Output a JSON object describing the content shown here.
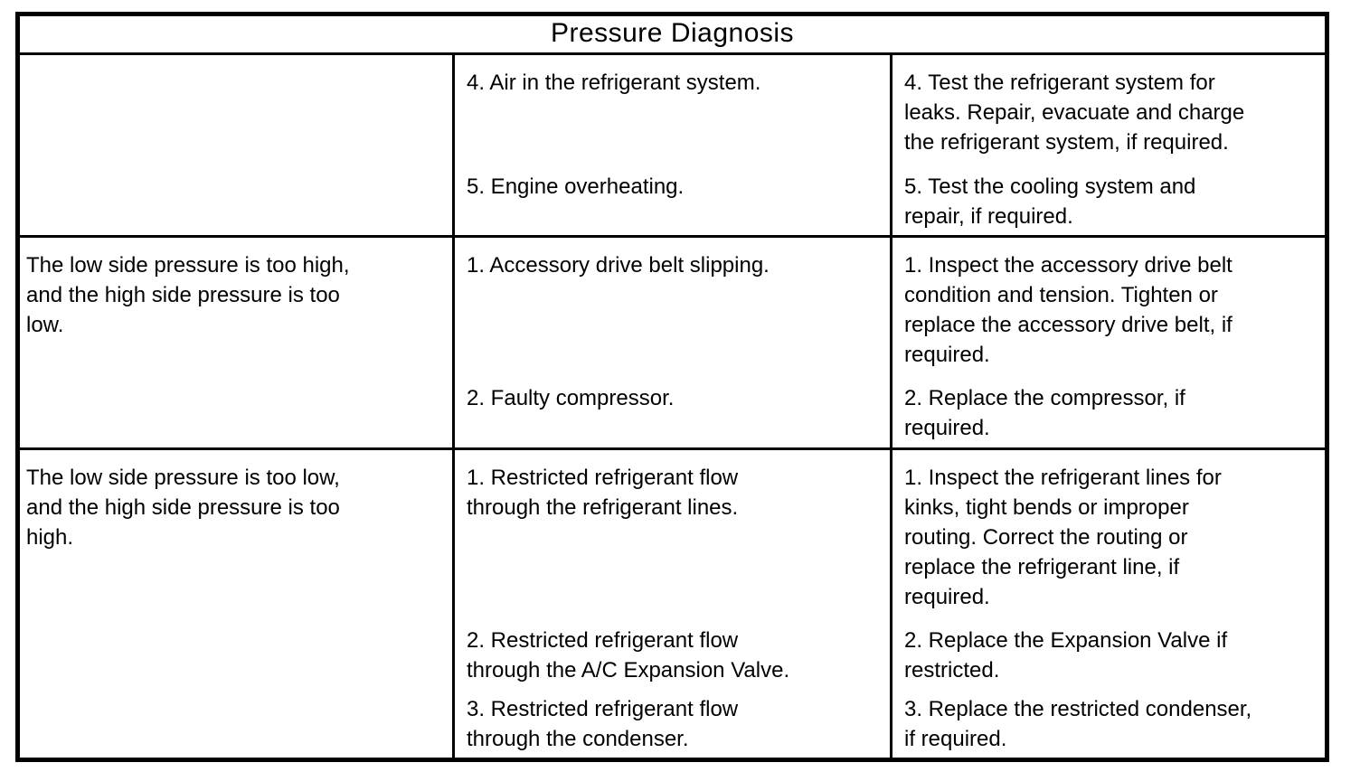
{
  "title": "Pressure Diagnosis",
  "colors": {
    "border": "#000000",
    "text": "#000000",
    "background": "#ffffff"
  },
  "table": {
    "rows": [
      {
        "condition": "",
        "items": [
          {
            "cause": "4. Air in the refrigerant system.",
            "correction": "4. Test the refrigerant system for\nleaks. Repair, evacuate and charge\nthe refrigerant system, if required."
          },
          {
            "cause": "5. Engine overheating.",
            "correction": "5. Test the cooling system and\nrepair, if required."
          }
        ]
      },
      {
        "condition": "The low side pressure is too high,\nand the high side pressure is too\nlow.",
        "items": [
          {
            "cause": "1. Accessory drive belt slipping.",
            "correction": "1. Inspect the accessory drive belt\ncondition and tension. Tighten or\nreplace the accessory drive belt, if\nrequired."
          },
          {
            "cause": "2. Faulty compressor.",
            "correction": "2. Replace the compressor, if\nrequired."
          }
        ]
      },
      {
        "condition": "The low side pressure is too low,\nand the high side pressure is too\nhigh.",
        "items": [
          {
            "cause": "1. Restricted refrigerant flow\nthrough the refrigerant lines.",
            "correction": "1. Inspect the refrigerant lines for\nkinks, tight bends or improper\nrouting. Correct the routing or\nreplace the refrigerant line, if\nrequired."
          },
          {
            "cause": "2. Restricted refrigerant flow\nthrough the A/C Expansion Valve.",
            "correction": "2. Replace the Expansion Valve if\nrestricted."
          },
          {
            "cause": "3. Restricted refrigerant flow\nthrough the condenser.",
            "correction": "3. Replace the restricted condenser,\nif required."
          }
        ]
      }
    ]
  }
}
